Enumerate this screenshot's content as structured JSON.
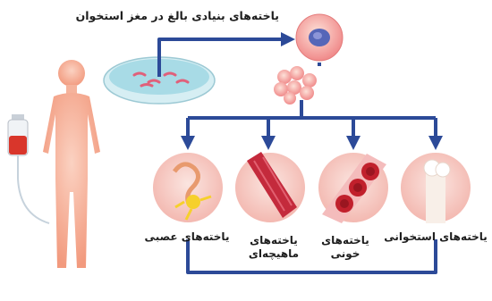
{
  "title": "یاخته‌های بنیادی بالغ در مغز استخوان",
  "cell_types": [
    {
      "id": "nerve",
      "label": "یاخته‌های عصبی"
    },
    {
      "id": "muscle",
      "label": "یاخته‌های\nماهیچه‌ای"
    },
    {
      "id": "blood",
      "label": "یاخته‌های\nخونی"
    },
    {
      "id": "bone",
      "label": "یاخته‌های استخوانی"
    }
  ],
  "colors": {
    "arrow": "#2c4a98",
    "skin": "#f6a88c",
    "cell": "#f08a8a",
    "dish": "#a8dbe6"
  }
}
